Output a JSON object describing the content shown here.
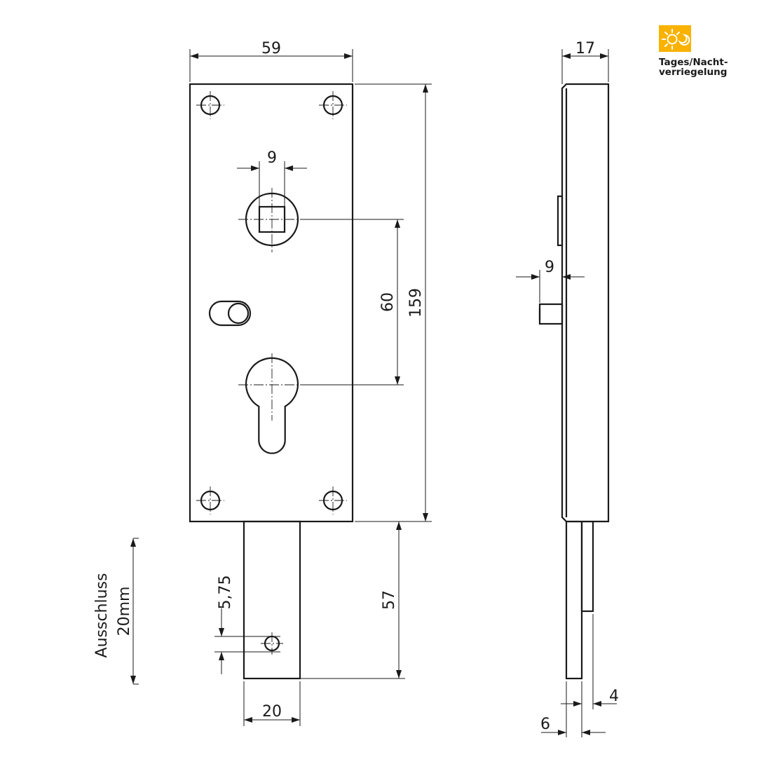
{
  "badge": {
    "label_line1": "Tages/Nacht-",
    "label_line2": "verriegelung",
    "icon": "sun-moon-icon",
    "color": "#F9B200"
  },
  "dimensions": {
    "front_width": "59",
    "spindle_square": "9",
    "spindle_to_cylinder": "60",
    "total_height": "159",
    "bolt_projection": "57",
    "bolt_hole_offset": "5,75",
    "bolt_width": "20",
    "side_depth": "17",
    "side_pin": "9",
    "bolt_thickness_a": "4",
    "bolt_thickness_b": "6"
  },
  "throw": {
    "label": "Ausschluss",
    "value": "20mm"
  }
}
